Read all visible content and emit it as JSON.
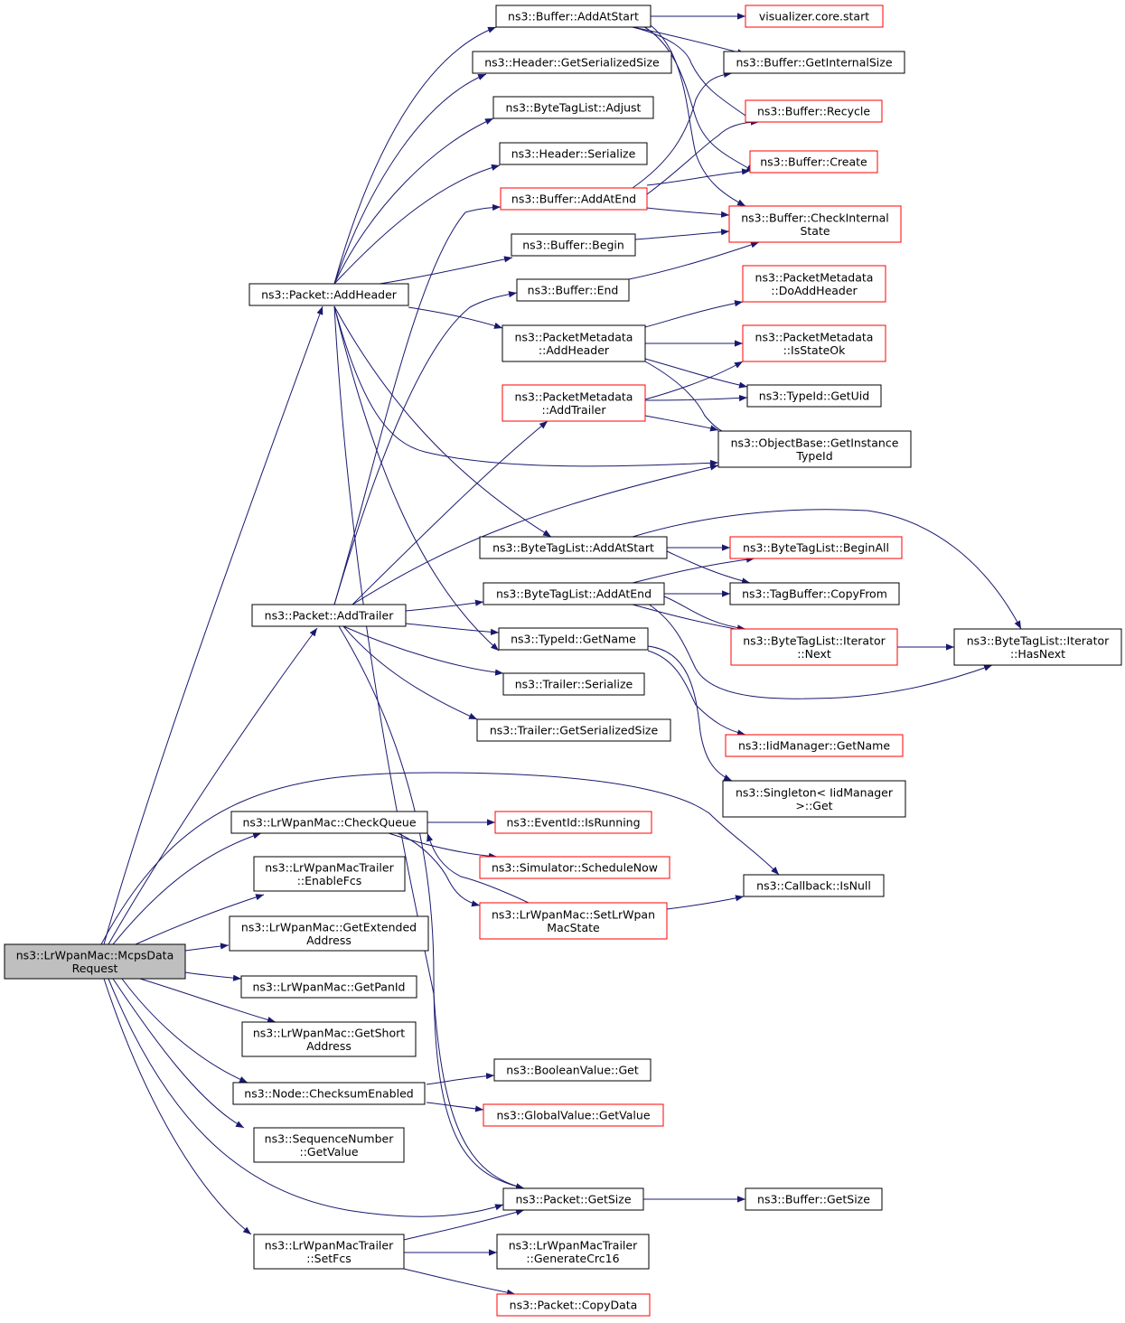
{
  "colors": {
    "edge": "#191970",
    "normal_border": "#000000",
    "truncated_border": "#ff0000",
    "root_fill": "#bfbfbf"
  },
  "nodes": [
    {
      "id": "root",
      "lines": [
        "ns3::LrWpanMac::McpsData",
        "Request"
      ],
      "style": "root"
    },
    {
      "id": "addheader",
      "lines": [
        "ns3::Packet::AddHeader"
      ],
      "style": "normal"
    },
    {
      "id": "addtrailer",
      "lines": [
        "ns3::Packet::AddTrailer"
      ],
      "style": "normal"
    },
    {
      "id": "checkqueue",
      "lines": [
        "ns3::LrWpanMac::CheckQueue"
      ],
      "style": "normal"
    },
    {
      "id": "enablefcs",
      "lines": [
        "ns3::LrWpanMacTrailer",
        "::EnableFcs"
      ],
      "style": "normal"
    },
    {
      "id": "getextaddr",
      "lines": [
        "ns3::LrWpanMac::GetExtended",
        "Address"
      ],
      "style": "normal"
    },
    {
      "id": "getpanid",
      "lines": [
        "ns3::LrWpanMac::GetPanId"
      ],
      "style": "normal"
    },
    {
      "id": "getshortaddr",
      "lines": [
        "ns3::LrWpanMac::GetShort",
        "Address"
      ],
      "style": "normal"
    },
    {
      "id": "checksum",
      "lines": [
        "ns3::Node::ChecksumEnabled"
      ],
      "style": "normal"
    },
    {
      "id": "seqnum",
      "lines": [
        "ns3::SequenceNumber",
        "::GetValue"
      ],
      "style": "normal"
    },
    {
      "id": "setfcs",
      "lines": [
        "ns3::LrWpanMacTrailer",
        "::SetFcs"
      ],
      "style": "normal"
    },
    {
      "id": "buf_addatstart",
      "lines": [
        "ns3::Buffer::AddAtStart"
      ],
      "style": "normal"
    },
    {
      "id": "hdr_getsersize",
      "lines": [
        "ns3::Header::GetSerializedSize"
      ],
      "style": "normal"
    },
    {
      "id": "btl_adjust",
      "lines": [
        "ns3::ByteTagList::Adjust"
      ],
      "style": "normal"
    },
    {
      "id": "hdr_serialize",
      "lines": [
        "ns3::Header::Serialize"
      ],
      "style": "normal"
    },
    {
      "id": "buf_addatend",
      "lines": [
        "ns3::Buffer::AddAtEnd"
      ],
      "style": "red"
    },
    {
      "id": "buf_begin",
      "lines": [
        "ns3::Buffer::Begin"
      ],
      "style": "normal"
    },
    {
      "id": "buf_end",
      "lines": [
        "ns3::Buffer::End"
      ],
      "style": "normal"
    },
    {
      "id": "pm_addheader",
      "lines": [
        "ns3::PacketMetadata",
        "::AddHeader"
      ],
      "style": "normal"
    },
    {
      "id": "pm_addtrailer",
      "lines": [
        "ns3::PacketMetadata",
        "::AddTrailer"
      ],
      "style": "red"
    },
    {
      "id": "btl_addatstart",
      "lines": [
        "ns3::ByteTagList::AddAtStart"
      ],
      "style": "normal"
    },
    {
      "id": "btl_addatend",
      "lines": [
        "ns3::ByteTagList::AddAtEnd"
      ],
      "style": "normal"
    },
    {
      "id": "typeid_getname",
      "lines": [
        "ns3::TypeId::GetName"
      ],
      "style": "normal"
    },
    {
      "id": "trl_serialize",
      "lines": [
        "ns3::Trailer::Serialize"
      ],
      "style": "normal"
    },
    {
      "id": "trl_getsersize",
      "lines": [
        "ns3::Trailer::GetSerializedSize"
      ],
      "style": "normal"
    },
    {
      "id": "vis_start",
      "lines": [
        "visualizer.core.start"
      ],
      "style": "red"
    },
    {
      "id": "buf_getintsize",
      "lines": [
        "ns3::Buffer::GetInternalSize"
      ],
      "style": "normal"
    },
    {
      "id": "buf_recycle",
      "lines": [
        "ns3::Buffer::Recycle"
      ],
      "style": "red"
    },
    {
      "id": "buf_create",
      "lines": [
        "ns3::Buffer::Create"
      ],
      "style": "red"
    },
    {
      "id": "buf_checkint",
      "lines": [
        "ns3::Buffer::CheckInternal",
        "State"
      ],
      "style": "red"
    },
    {
      "id": "pm_doaddheader",
      "lines": [
        "ns3::PacketMetadata",
        "::DoAddHeader"
      ],
      "style": "red"
    },
    {
      "id": "pm_isstateok",
      "lines": [
        "ns3::PacketMetadata",
        "::IsStateOk"
      ],
      "style": "red"
    },
    {
      "id": "typeid_getuid",
      "lines": [
        "ns3::TypeId::GetUid"
      ],
      "style": "normal"
    },
    {
      "id": "ob_getinsttypeid",
      "lines": [
        "ns3::ObjectBase::GetInstance",
        "TypeId"
      ],
      "style": "normal"
    },
    {
      "id": "btl_beginall",
      "lines": [
        "ns3::ByteTagList::BeginAll"
      ],
      "style": "red"
    },
    {
      "id": "tagbuf_copyfrom",
      "lines": [
        "ns3::TagBuffer::CopyFrom"
      ],
      "style": "normal"
    },
    {
      "id": "btl_iter_next",
      "lines": [
        "ns3::ByteTagList::Iterator",
        "::Next"
      ],
      "style": "red"
    },
    {
      "id": "btl_iter_hasnext",
      "lines": [
        "ns3::ByteTagList::Iterator",
        "::HasNext"
      ],
      "style": "normal"
    },
    {
      "id": "iid_getname",
      "lines": [
        "ns3::IidManager::GetName"
      ],
      "style": "red"
    },
    {
      "id": "singleton_get",
      "lines": [
        "ns3::Singleton< IidManager",
        ">::Get"
      ],
      "style": "normal"
    },
    {
      "id": "evt_isrunning",
      "lines": [
        "ns3::EventId::IsRunning"
      ],
      "style": "red"
    },
    {
      "id": "sim_schednow",
      "lines": [
        "ns3::Simulator::ScheduleNow"
      ],
      "style": "red"
    },
    {
      "id": "setlrwpanstate",
      "lines": [
        "ns3::LrWpanMac::SetLrWpan",
        "MacState"
      ],
      "style": "red"
    },
    {
      "id": "cb_isnull",
      "lines": [
        "ns3::Callback::IsNull"
      ],
      "style": "normal"
    },
    {
      "id": "bool_get",
      "lines": [
        "ns3::BooleanValue::Get"
      ],
      "style": "normal"
    },
    {
      "id": "gv_getvalue",
      "lines": [
        "ns3::GlobalValue::GetValue"
      ],
      "style": "red"
    },
    {
      "id": "pkt_getsize",
      "lines": [
        "ns3::Packet::GetSize"
      ],
      "style": "normal"
    },
    {
      "id": "buf_getsize",
      "lines": [
        "ns3::Buffer::GetSize"
      ],
      "style": "normal"
    },
    {
      "id": "gencrc16",
      "lines": [
        "ns3::LrWpanMacTrailer",
        "::GenerateCrc16"
      ],
      "style": "normal"
    },
    {
      "id": "pkt_copydata",
      "lines": [
        "ns3::Packet::CopyData"
      ],
      "style": "red"
    }
  ]
}
